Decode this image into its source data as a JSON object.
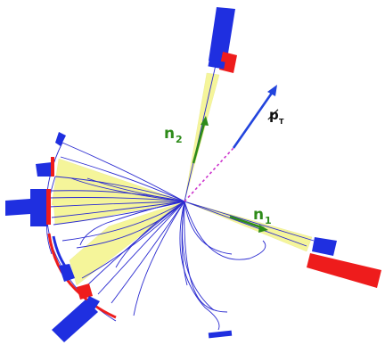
{
  "labels": {
    "n1_main": "n",
    "n1_sub": "1",
    "n2_main": "n",
    "n2_sub": "2",
    "met_main": "p̸",
    "met_sub": "T"
  },
  "colors": {
    "background": "#ffffff",
    "track": "#2b2bd0",
    "jet_cone": "#f5f59a",
    "jet_cone_stroke": "#e8e8a0",
    "calorimeter_em": "#ee1c1c",
    "calorimeter_had": "#1f2fe0",
    "neutrino_arrow": "#2e8b1a",
    "met_arrow": "#2244dd",
    "met_dashed": "#cc33cc",
    "label_green": "#2e8b1a",
    "label_dark": "#111111"
  }
}
